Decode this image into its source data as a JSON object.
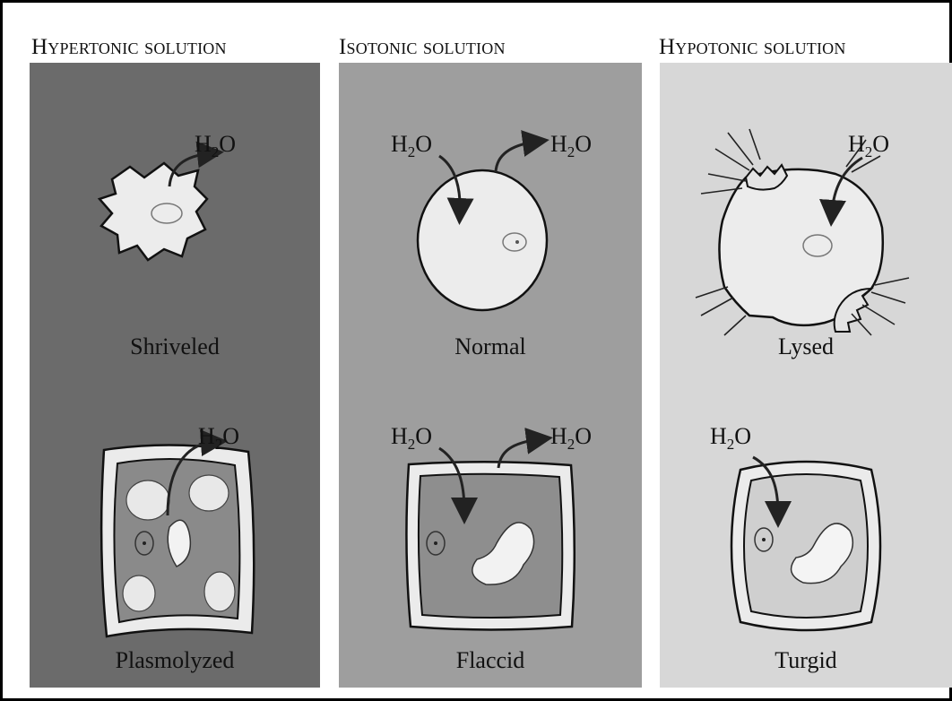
{
  "headings": {
    "hypertonic": "Hypertonic solution",
    "isotonic": "Isotonic solution",
    "hypotonic": "Hypotonic solution"
  },
  "water": {
    "base": "H",
    "subscript": "2",
    "tail": "O"
  },
  "cells": {
    "hyper_animal": "Shriveled",
    "hyper_plant": "Plasmolyzed",
    "iso_animal": "Normal",
    "iso_plant": "Flaccid",
    "hypo_animal": "Lysed",
    "hypo_plant": "Turgid"
  },
  "colors": {
    "hypertonic_bg": "#6b6b6b",
    "isotonic_bg": "#9e9e9e",
    "hypotonic_bg": "#d7d7d7",
    "cell_fill": "#ececec",
    "outline": "#111111"
  }
}
